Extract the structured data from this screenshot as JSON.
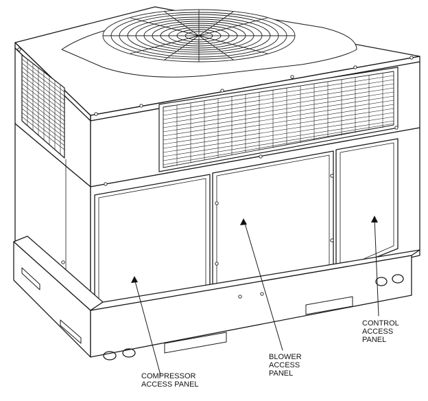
{
  "labels": {
    "compressor": [
      "COMPRESSOR",
      "ACCESS PANEL"
    ],
    "blower": [
      "BLOWER",
      "ACCESS",
      "PANEL"
    ],
    "control": [
      "CONTROL",
      "ACCESS",
      "PANEL"
    ]
  },
  "colors": {
    "line": "#1a1a1a",
    "fill": "#ffffff",
    "grille": "#333333"
  }
}
